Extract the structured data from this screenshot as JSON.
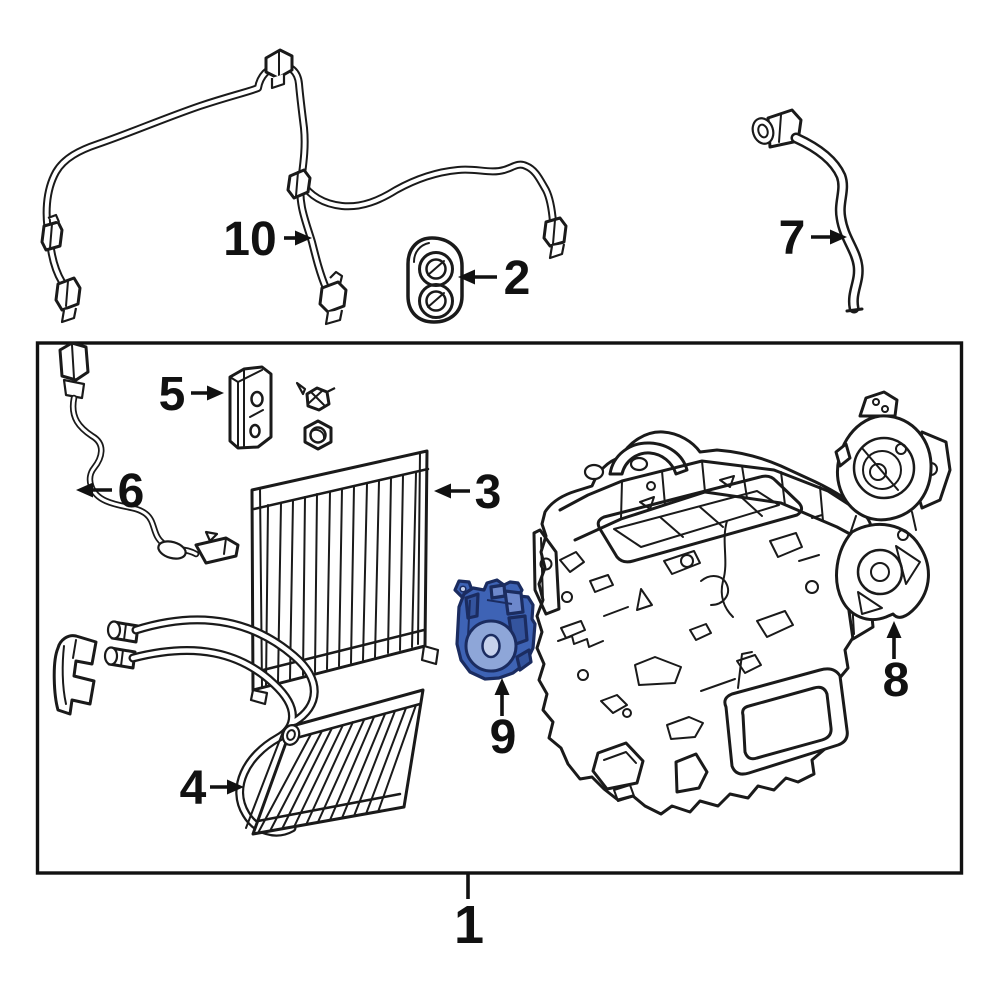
{
  "diagram_type": "automotive-hvac-parts-diagram",
  "background": "#ffffff",
  "ink": "#1a1a1a",
  "highlight": {
    "fill": "#3e63b5",
    "facet_light": "#6d88cc",
    "facet_dark": "#34549e",
    "disc": "#8ea6d8",
    "hub": "#c7d2ec",
    "outline": "#1b2c60"
  },
  "callouts": [
    {
      "label": "1",
      "part": "hvac-unit-assembly"
    },
    {
      "label": "2",
      "part": "grommet"
    },
    {
      "label": "3",
      "part": "evaporator-core"
    },
    {
      "label": "4",
      "part": "heater-core"
    },
    {
      "label": "5",
      "part": "expansion-valve"
    },
    {
      "label": "6",
      "part": "temperature-sensor-wire"
    },
    {
      "label": "7",
      "part": "drain-hose"
    },
    {
      "label": "8",
      "part": "servo-motor-assembly"
    },
    {
      "label": "9",
      "part": "air-mix-servo-actuator",
      "highlighted": true
    },
    {
      "label": "10",
      "part": "wiring-harness"
    }
  ]
}
